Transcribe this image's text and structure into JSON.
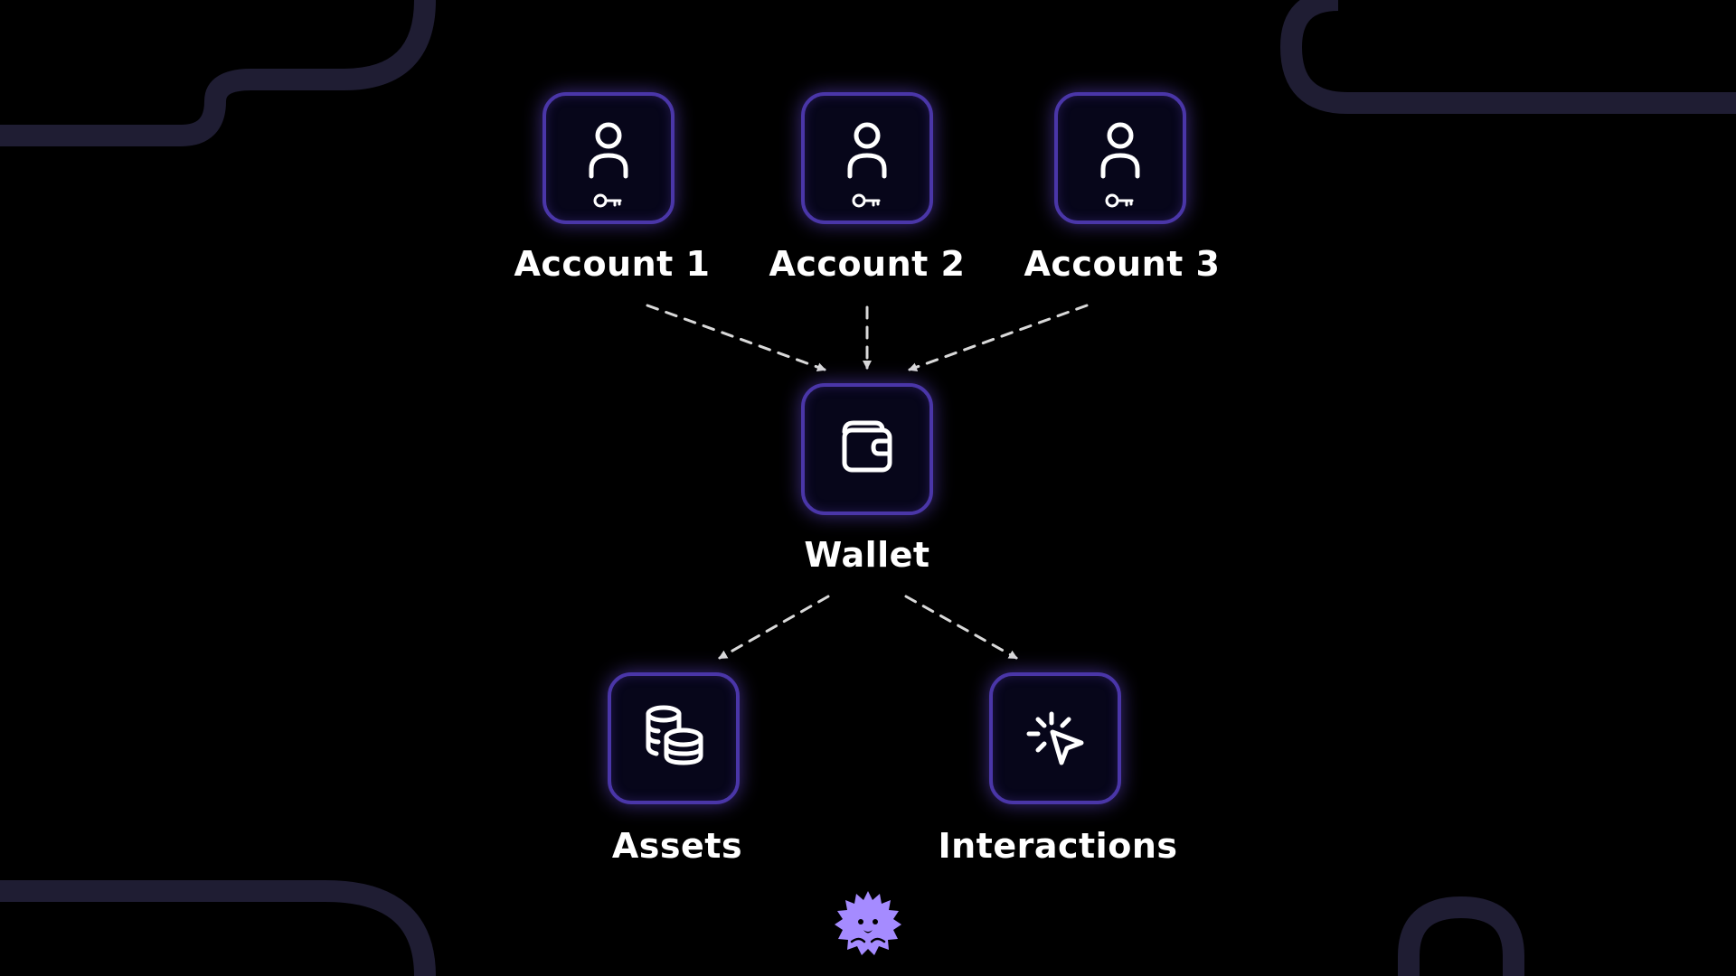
{
  "diagram": {
    "nodes": [
      {
        "id": "account-1",
        "label": "Account 1",
        "icon": "user-key-icon"
      },
      {
        "id": "account-2",
        "label": "Account 2",
        "icon": "user-key-icon"
      },
      {
        "id": "account-3",
        "label": "Account 3",
        "icon": "user-key-icon"
      },
      {
        "id": "wallet",
        "label": "Wallet",
        "icon": "wallet-icon"
      },
      {
        "id": "assets",
        "label": "Assets",
        "icon": "coins-icon"
      },
      {
        "id": "interactions",
        "label": "Interactions",
        "icon": "click-cursor-icon"
      }
    ],
    "edges": [
      {
        "from": "account-1",
        "to": "wallet",
        "style": "dashed"
      },
      {
        "from": "account-2",
        "to": "wallet",
        "style": "dashed"
      },
      {
        "from": "account-3",
        "to": "wallet",
        "style": "dashed"
      },
      {
        "from": "wallet",
        "to": "assets",
        "style": "dashed"
      },
      {
        "from": "wallet",
        "to": "interactions",
        "style": "dashed"
      }
    ]
  },
  "branding": {
    "logo_icon": "hedgehog-logo-icon"
  },
  "colors": {
    "background": "#000000",
    "node_border": "#4a36a8",
    "node_glow": "#6e50e6",
    "decor_stroke": "#1f1d33",
    "arrow": "#d9d9d9",
    "text": "#ffffff",
    "logo": "#a58bff"
  }
}
